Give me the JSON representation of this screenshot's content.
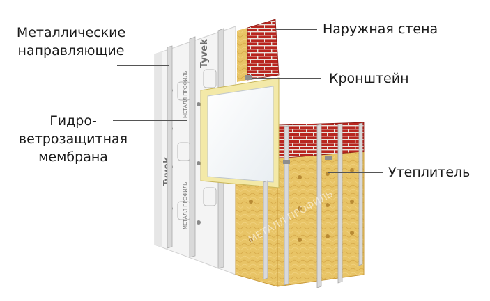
{
  "labels": {
    "rails_line1": "Металлические",
    "rails_line2": "направляющие",
    "outer_wall": "Наружная стена",
    "bracket": "Кронштейн",
    "membrane_line1": "Гидро-",
    "membrane_line2": "ветрозащитная",
    "membrane_line3": "мембрана",
    "insulation": "Утеплитель"
  },
  "membrane_print": {
    "brand": "Tyvek",
    "logo_text": "МЕТАЛЛ ПРОФИЛЬ"
  },
  "watermark": "МЕТАЛЛ ПРОФИЛЬ",
  "colors": {
    "brick": "#b8261f",
    "mortar": "#e9e3dc",
    "insulation": "#e8c466",
    "insulation_dark": "#c99a3a",
    "rail": "#d9d9d9",
    "membrane": "#f4f4f4",
    "window_frame": "#f3e9a8",
    "leader": "#555555"
  }
}
